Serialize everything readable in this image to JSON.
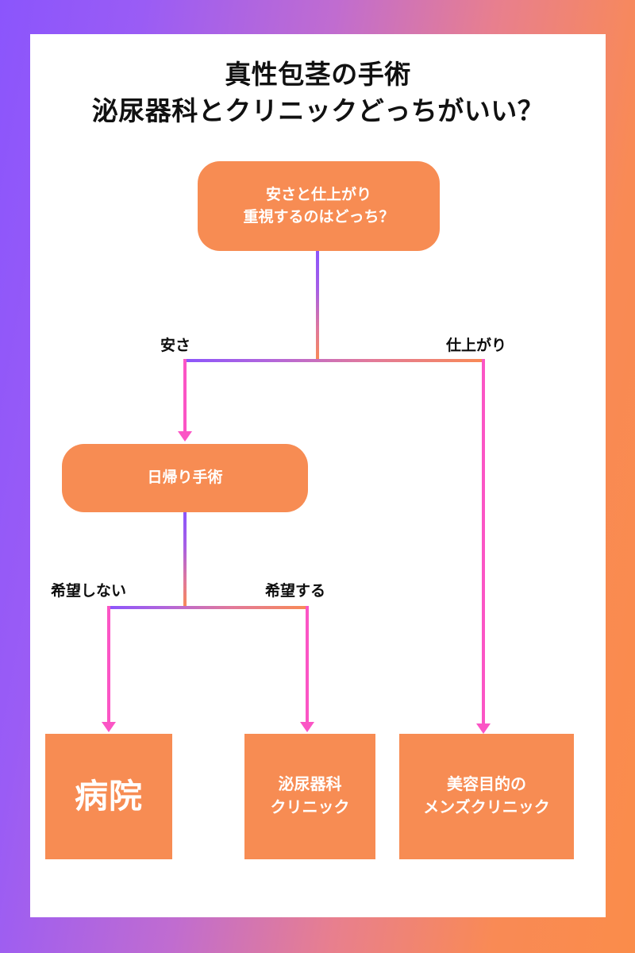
{
  "theme": {
    "frame_gradient_start": "#8b55fc",
    "frame_gradient_end": "#fa8c4a",
    "card_bg": "#ffffff",
    "node_fill": "#f78c53",
    "node_text": "#ffffff",
    "connector_gradient_start": "#8b55fc",
    "connector_gradient_end": "#f98a54",
    "arrow_color": "#fb55c5",
    "title_color": "#111111",
    "label_color": "#0d0d0d"
  },
  "title": {
    "line1": "真性包茎の手術",
    "line2": "泌尿器科とクリニックどっちがいい？"
  },
  "flowchart": {
    "type": "decision-tree",
    "nodes": [
      {
        "id": "root",
        "shape": "rounded-rect",
        "line1": "安さと仕上がり",
        "line2": "重視するのはどっち？"
      },
      {
        "id": "daycare",
        "shape": "rounded-rect",
        "line1": "日帰り手術"
      },
      {
        "id": "hospital",
        "shape": "rect",
        "line1": "病院"
      },
      {
        "id": "urology",
        "shape": "rect",
        "line1": "泌尿器科",
        "line2": "クリニック"
      },
      {
        "id": "mens",
        "shape": "rect",
        "line1": "美容目的の",
        "line2": "メンズクリニック"
      }
    ],
    "edges": [
      {
        "from": "root",
        "to": "daycare",
        "label": "安さ"
      },
      {
        "from": "root",
        "to": "mens",
        "label": "仕上がり"
      },
      {
        "from": "daycare",
        "to": "hospital",
        "label": "希望しない"
      },
      {
        "from": "daycare",
        "to": "urology",
        "label": "希望する"
      }
    ]
  }
}
